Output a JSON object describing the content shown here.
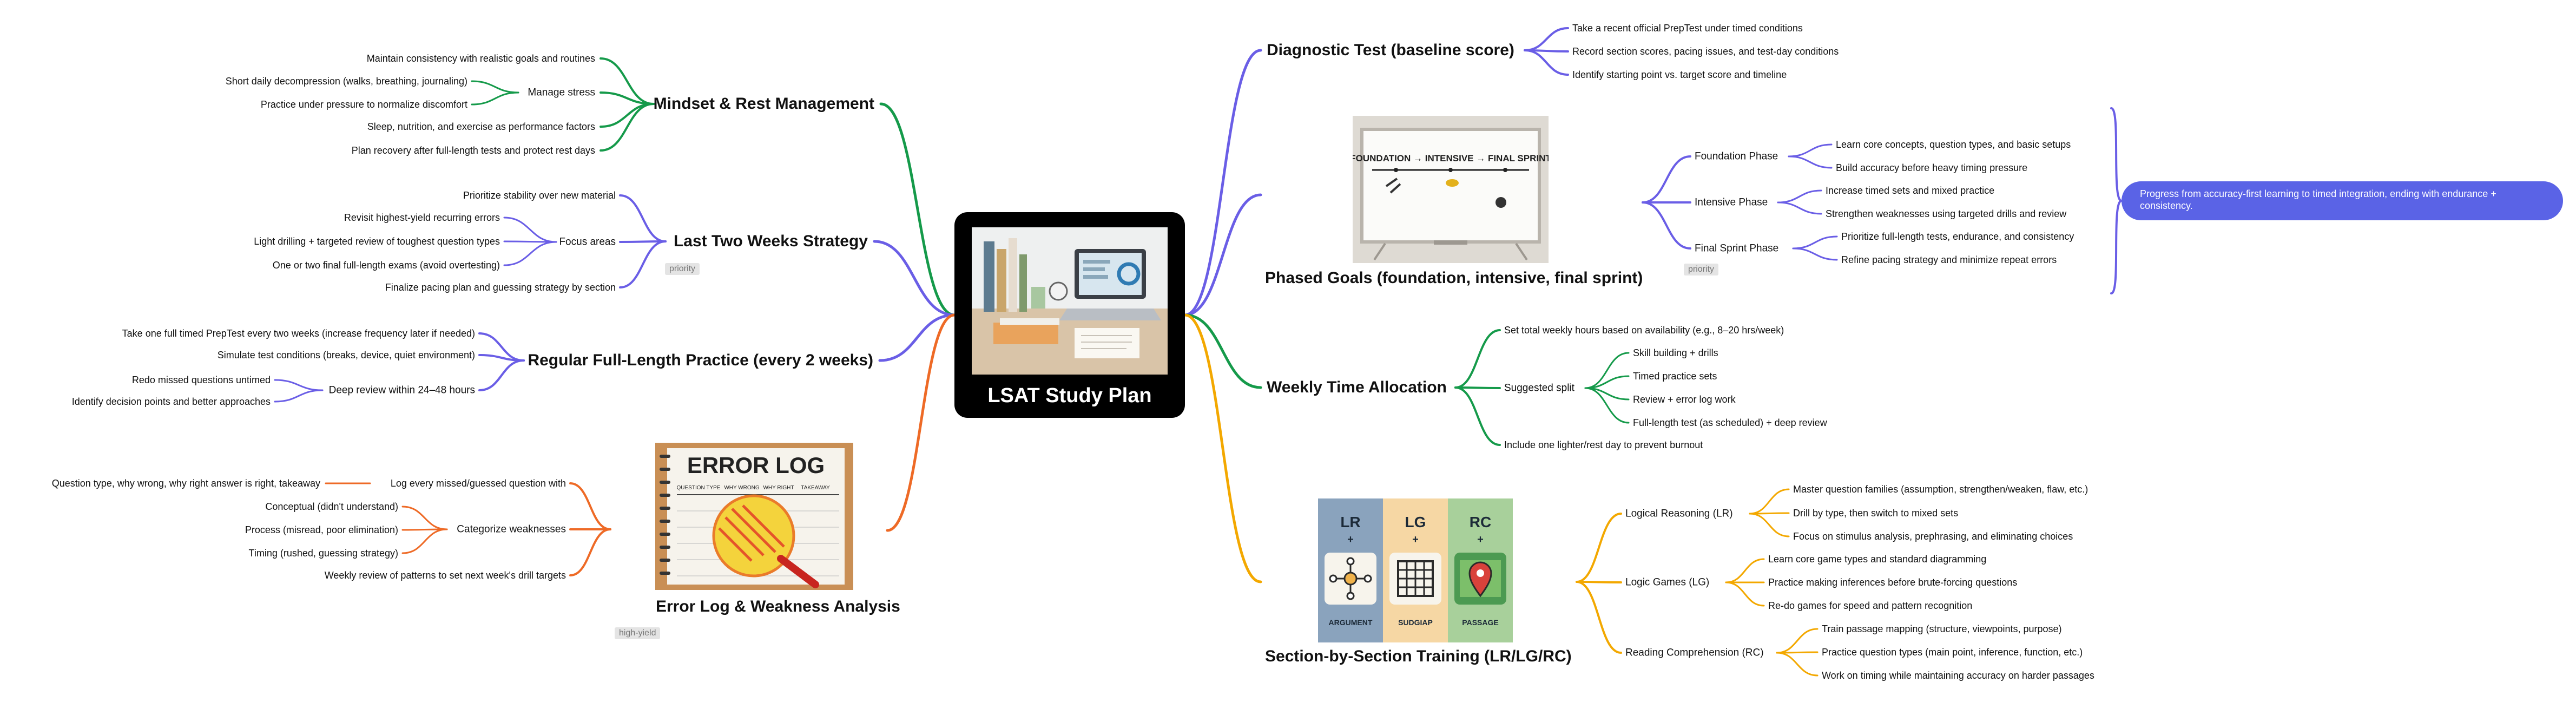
{
  "colors": {
    "background": "#ffffff",
    "root_fill": "#000000",
    "purple": "#6a5ee6",
    "green": "#159a4a",
    "orange": "#ee6a26",
    "gold": "#f3a800",
    "note_fill": "#5a63e6",
    "tag_fill": "#e4e4e4"
  },
  "root": {
    "title": "LSAT Study Plan"
  },
  "mindset": {
    "title": "Mindset & Rest Management",
    "items": {
      "maintain": "Maintain consistency with realistic goals and routines",
      "manage": "Manage stress",
      "short_daily": "Short daily decompression (walks, breathing, journaling)",
      "practice_pressure": "Practice under pressure to normalize discomfort",
      "sleep": "Sleep, nutrition, and exercise as performance factors",
      "plan_recovery": "Plan recovery after full-length tests and protect rest days"
    }
  },
  "last_two": {
    "title": "Last Two Weeks Strategy",
    "tag": "priority",
    "items": {
      "prioritize": "Prioritize stability over new material",
      "focus": "Focus areas",
      "revisit": "Revisit highest-yield recurring errors",
      "light": "Light drilling + targeted review of toughest question types",
      "one_or_two": "One or two final full-length exams (avoid overtesting)",
      "finalize": "Finalize pacing plan and guessing strategy by section"
    }
  },
  "full_length": {
    "title": "Regular Full-Length Practice (every 2 weeks)",
    "items": {
      "take_one": "Take one full timed PrepTest every two weeks (increase frequency later if needed)",
      "simulate": "Simulate test conditions (breaks, device, quiet environment)",
      "deep_review": "Deep review within 24–48 hours",
      "redo": "Redo missed questions untimed",
      "identify": "Identify decision points and better approaches"
    }
  },
  "error_log": {
    "title": "Error Log & Weakness Analysis",
    "tag": "high-yield",
    "image": {
      "heading": "ERROR LOG",
      "columns": [
        "QUESTION TYPE",
        "WHY WRONG",
        "WHY RIGHT",
        "TAKEAWAY"
      ]
    },
    "items": {
      "log_every": "Log every missed/guessed question with",
      "question_type": "Question type, why wrong, why right answer is right, takeaway",
      "categorize": "Categorize weaknesses",
      "conceptual": "Conceptual (didn't understand)",
      "process": "Process (misread, poor elimination)",
      "timing": "Timing (rushed, guessing strategy)",
      "weekly_review": "Weekly review of patterns to set next week's drill targets"
    }
  },
  "diagnostic": {
    "title": "Diagnostic Test (baseline score)",
    "items": {
      "take_recent": "Take a recent official PrepTest under timed conditions",
      "record": "Record section scores, pacing issues, and test-day conditions",
      "identify_start": "Identify starting point vs. target score and timeline"
    }
  },
  "phased": {
    "title": "Phased Goals (foundation, intensive, final sprint)",
    "tag": "priority",
    "note": "Progress from accuracy-first learning to timed integration, ending with endurance + consistency.",
    "image": {
      "flow": "FOUNDATION → INTENSIVE → FINAL SPRINT"
    },
    "items": {
      "foundation": "Foundation Phase",
      "learn_core": "Learn core concepts, question types, and basic setups",
      "build_accuracy": "Build accuracy before heavy timing pressure",
      "intensive": "Intensive Phase",
      "increase_timed": "Increase timed sets and mixed practice",
      "strengthen": "Strengthen weaknesses using targeted drills and review",
      "final_sprint": "Final Sprint Phase",
      "prioritize_full": "Prioritize full-length tests, endurance, and consistency",
      "refine": "Refine pacing strategy and minimize repeat errors"
    }
  },
  "weekly": {
    "title": "Weekly Time Allocation",
    "items": {
      "set_total": "Set total weekly hours based on availability (e.g., 8–20 hrs/week)",
      "suggested": "Suggested split",
      "skill": "Skill building + drills",
      "timed": "Timed practice sets",
      "review": "Review + error log work",
      "full_test": "Full-length test (as scheduled) + deep review",
      "include_one": "Include one lighter/rest day to prevent burnout"
    }
  },
  "section": {
    "title": "Section-by-Section Training (LR/LG/RC)",
    "image": {
      "cards": [
        {
          "abbr": "LR",
          "label": "ARGUMENT"
        },
        {
          "abbr": "LG",
          "label": "SUDGIAP"
        },
        {
          "abbr": "RC",
          "label": "PASSAGE"
        }
      ],
      "plus": "+"
    },
    "items": {
      "lr": "Logical Reasoning (LR)",
      "master": "Master question families (assumption, strengthen/weaken, flaw, etc.)",
      "drill": "Drill by type, then switch to mixed sets",
      "focus_stimulus": "Focus on stimulus analysis, prephrasing, and eliminating choices",
      "lg": "Logic Games (LG)",
      "learn_game": "Learn core game types and standard diagramming",
      "practice_inferences": "Practice making inferences before brute-forcing questions",
      "redo_games": "Re-do games for speed and pattern recognition",
      "rc": "Reading Comprehension (RC)",
      "train_passage": "Train passage mapping (structure, viewpoints, purpose)",
      "practice_qtypes": "Practice question types (main point, inference, function, etc.)",
      "work_timing": "Work on timing while maintaining accuracy on harder passages"
    }
  }
}
